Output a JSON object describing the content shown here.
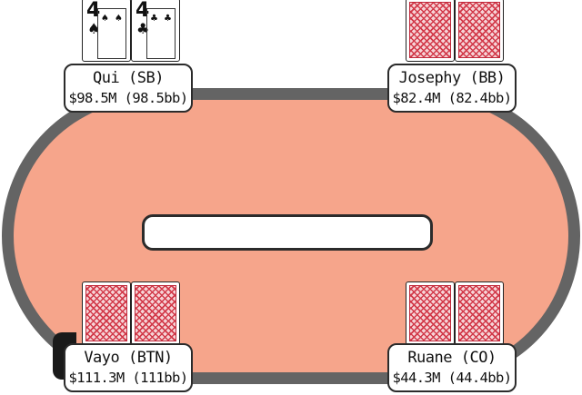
{
  "colors": {
    "felt": "#f6a58b",
    "rail": "#646464",
    "card_back": "#d23a4a",
    "dealer_button": "#1a1a1a"
  },
  "pot": {
    "text": ""
  },
  "seats": [
    {
      "position": "top-left",
      "name": "Qui (SB)",
      "stack": "$98.5M (98.5bb)",
      "cards": [
        {
          "rank": "4",
          "suit": "♠",
          "face_up": true
        },
        {
          "rank": "4",
          "suit": "♣",
          "face_up": true
        }
      ]
    },
    {
      "position": "top-right",
      "name": "Josephy (BB)",
      "stack": "$82.4M (82.4bb)",
      "cards": [
        {
          "face_up": false
        },
        {
          "face_up": false
        }
      ]
    },
    {
      "position": "bottom-left",
      "name": "Vayo (BTN)",
      "stack": "$111.3M (111bb)",
      "dealer": true,
      "cards": [
        {
          "face_up": false
        },
        {
          "face_up": false
        }
      ]
    },
    {
      "position": "bottom-right",
      "name": "Ruane (CO)",
      "stack": "$44.3M (44.4bb)",
      "cards": [
        {
          "face_up": false
        },
        {
          "face_up": false
        }
      ]
    }
  ]
}
